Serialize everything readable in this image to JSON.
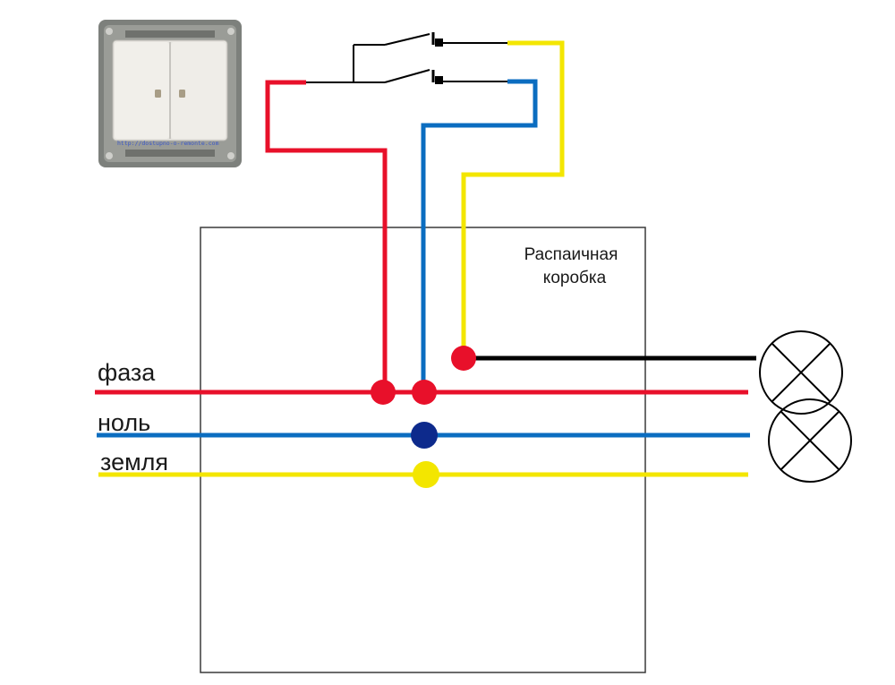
{
  "colors": {
    "phase": "#e8102a",
    "neutral": "#0b6dc0",
    "earth": "#f3e600",
    "neutral_node": "#0d2a8c",
    "switched": "#000000",
    "outline": "#3a3a3a"
  },
  "junction_box": {
    "label_line1": "Распаичная",
    "label_line2": "коробка"
  },
  "wires": {
    "phase_label": "фаза",
    "neutral_label": "ноль",
    "earth_label": "земля"
  },
  "switch_photo": {
    "url": "http://dostupno-o-remonte.com"
  }
}
